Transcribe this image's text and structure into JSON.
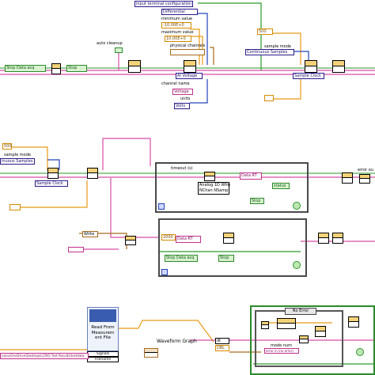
{
  "daq_config": {
    "input_terminal_configuration_label": "input terminal configuration",
    "differential_value": "Differential",
    "minimum_value_label": "minimum value",
    "minimum_value": "-10.00E+0",
    "maximum_value_label": "maximum value",
    "maximum_value": "10.00E+0",
    "physical_channels_label": "physical channels",
    "auto_cleanup_label": "auto cleanup",
    "stop_data_acq_label": "Stop Data acq",
    "stop_label": "Stop",
    "ai_voltage_label": "AI Voltage",
    "channel_name_label": "channel name",
    "voltage_value": "Voltage",
    "units_label": "units",
    "volts_value": "Volts",
    "sample_mode_label": "sample mode",
    "continuous_samples_value": "Continuous Samples",
    "sample_clock_label": "Sample Clock",
    "rate_value": "500"
  },
  "acquisition_loop": {
    "rate_value": "500",
    "sample_mode_label": "sample mode",
    "continuous_samples_value": "inuous Samples",
    "sample_clock_label": "Sample Clock",
    "timeout_label": "timeout (s)",
    "read_vi_line1": "Analog 1D Wfm",
    "read_vi_line2": "NChan NSamp",
    "data_rt_label": "Data RT",
    "status_label": "status",
    "stop_label": "Stop",
    "error_out_label": "error ou",
    "write_label": "Write"
  },
  "logging_loop": {
    "queue_size_value": "2000",
    "data_rt_label": "Data RT",
    "stop_data_acq_label": "Stop Data acq",
    "stop_label": "Stop"
  },
  "file_section": {
    "read_measurement_line1": "Read From",
    "read_measurement_line2": "Measurem",
    "read_measurement_line3": "ent File",
    "signals_label": "Signals",
    "filename_label": "Filename",
    "file_path_value": "nanu\\OneDrive\\Desktop\\LCRIO Test Results\\testdata",
    "waveform_graph_label": "Waveform Graph",
    "case_selector_value": "No Error",
    "mode_num_label": "mode num",
    "error_in_label": "error in (no error)",
    "dt_label": "dt",
    "dbl_label": "DBL"
  },
  "colors": {
    "error_wire": "#d84da8",
    "numeric_wire": "#e89a16",
    "enum_wire": "#2244bb",
    "boolean_wire": "#2a9a2a",
    "vi_header": "#f4d27a"
  }
}
